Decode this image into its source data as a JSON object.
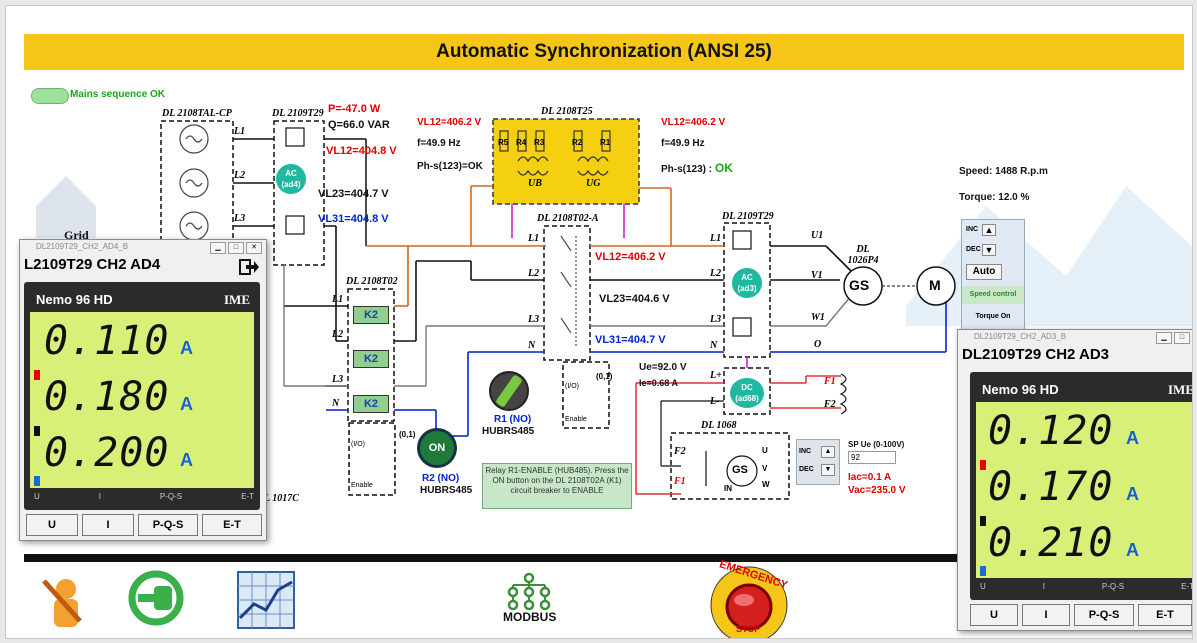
{
  "title": "Automatic Synchronization (ANSI 25)",
  "mains_status": "Mains sequence OK",
  "grid_label": "Grid",
  "modules": {
    "tal": "DL 2108TAL-CP",
    "t29_left": "DL 2109T29",
    "t25": "DL 2108T25",
    "t02a": "DL 2108T02-A",
    "t29_right": "DL 2109T29",
    "t02": "DL 2108T02",
    "p4": "DL 1026P4",
    "m1068": "DL 1068",
    "l1017c": "L 1017C"
  },
  "left_measures": {
    "p": "P=-47.0 W",
    "q": "Q=66.0 VAR",
    "vl12": "VL12=404.8 V",
    "vl23": "VL23=404.7 V",
    "vl31": "VL31=404.8 V"
  },
  "t25_left": {
    "vl12": "VL12=406.2 V",
    "f": "f=49.9 Hz",
    "phs": "Ph-s(123)=OK"
  },
  "t25_right": {
    "vl12": "VL12=406.2 V",
    "f": "f=49.9 Hz",
    "phs_label": "Ph-s(123) : ",
    "phs_ok": "OK"
  },
  "gen_measures": {
    "vl12": "VL12=406.2 V",
    "vl23": "VL23=404.6 V",
    "vl31": "VL31=404.7 V"
  },
  "dc_measures": {
    "ue": "Ue=92.0 V",
    "ie": "Ie=0.68 A"
  },
  "speed": "Speed: 1488  R.p.m",
  "torque": "Torque: 12.0  %",
  "speed_panel": {
    "inc": "INC",
    "dec": "DEC",
    "auto": "Auto",
    "speed_control": "Speed control",
    "torque_on": "Torque On"
  },
  "relays": {
    "r1": "R1 (NO)",
    "r1_bus": "HUBRS485",
    "r2": "R2 (NO)",
    "r2_bus": "HUBRS485",
    "on": "ON"
  },
  "relay_note": "Relay R1-ENABLE (HUB485). Press the ON button on the DL 2108T02A (K1) circuit breaker to ENABLE",
  "sp_panel": {
    "label": "SP Ue  (0-100V)",
    "value": "92",
    "inc": "INC",
    "dec": "DEC",
    "iac": "Iac=0.1 A",
    "vac": "Vac=235.0 V"
  },
  "lines": {
    "l1": "L1",
    "l2": "L2",
    "l3": "L3",
    "n": "N",
    "u1": "U1",
    "v1": "V1",
    "w1": "W1",
    "o": "O",
    "f1": "F1",
    "f2": "F2",
    "lp": "L+",
    "lm": "L-"
  },
  "contactors": [
    "K2",
    "K2",
    "K2"
  ],
  "ac_ad4": [
    "AC",
    "(ad4)"
  ],
  "ac_ad3": [
    "AC",
    "(ad3)"
  ],
  "dc_ad68": [
    "DC",
    "(ad68)"
  ],
  "gs": "GS",
  "motor": "M",
  "transformer": {
    "ub": "UB",
    "ug": "UG",
    "r": [
      "R5",
      "R4",
      "R3",
      "R2",
      "R1"
    ]
  },
  "switch_labels": {
    "io": "(I/O)",
    "zero_one": "(0,1)",
    "enable": "Enable",
    "in": "IN",
    "u": "U",
    "v": "V",
    "w": "W"
  },
  "meter_left": {
    "window_title": "DL2109T29_CH2_AD4_B",
    "header": "L2109T29  CH2  AD4",
    "brand": "Nemo  96 HD",
    "logo": "IME",
    "rows": [
      {
        "value": "0.110",
        "unit": "A"
      },
      {
        "value": "0.180",
        "unit": "A"
      },
      {
        "value": "0.200",
        "unit": "A"
      }
    ],
    "lcd_labels": [
      "U",
      "I",
      "P-Q-S",
      "E-T"
    ],
    "tabs": [
      "U",
      "I",
      "P-Q-S",
      "E-T"
    ]
  },
  "meter_right": {
    "window_title": "DL2109T29_CH2_AD3_B",
    "header": "DL2109T29  CH2  AD3",
    "brand": "Nemo  96 HD",
    "logo": "IME",
    "rows": [
      {
        "value": "0.120",
        "unit": "A"
      },
      {
        "value": "0.170",
        "unit": "A"
      },
      {
        "value": "0.210",
        "unit": "A"
      }
    ],
    "lcd_labels": [
      "U",
      "I",
      "P-Q-S",
      "E-T"
    ],
    "tabs": [
      "U",
      "I",
      "P-Q-S",
      "E-T"
    ]
  },
  "bottom": {
    "modbus": "MODBUS",
    "emergency": "EMERGENCY",
    "stop": "STOP"
  },
  "colors": {
    "title_bg": "#f5c518",
    "red_text": "#e00000",
    "blue_text": "#0022dd",
    "green_text": "#1aa61a",
    "lcd": "#d8f078",
    "wire_orange": "#d2691e",
    "wire_blue": "#1f3fd0"
  }
}
